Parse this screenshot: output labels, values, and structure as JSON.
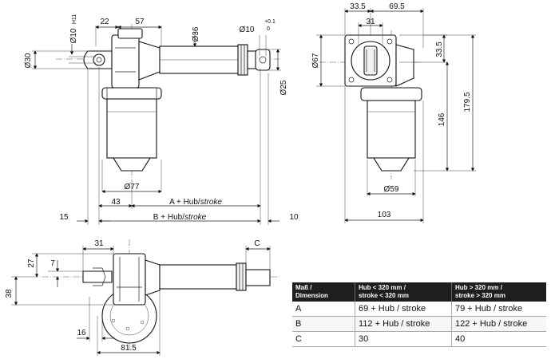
{
  "front_view": {
    "dims": {
      "d22": "22",
      "d57": "57",
      "d36": "Ø36",
      "d10h11": "Ø10",
      "d10h11_tol": "H11",
      "d10": "Ø10",
      "tol_plus": "+0.1",
      "tol_zero": "0",
      "d30": "Ø30",
      "d25": "Ø25",
      "d77": "Ø77",
      "d43": "43",
      "dA_prefix": "A + Hub/",
      "dA_suffix": "stroke",
      "dB_prefix": "B + Hub/",
      "dB_suffix": "stroke",
      "d15": "15",
      "d10b": "10"
    }
  },
  "side_view": {
    "dims": {
      "d33_5_top": "33.5",
      "d69_5": "69.5",
      "d31": "31",
      "d33_5_right": "33.5",
      "d67": "Ø67",
      "d179_5": "179.5",
      "d146": "146",
      "d59": "Ø59",
      "d103": "103"
    }
  },
  "top_view": {
    "dims": {
      "d31": "31",
      "c": "C",
      "d27": "27",
      "d7": "7",
      "d38": "38",
      "d16": "16",
      "d81_5": "81.5"
    }
  },
  "table": {
    "headers": [
      [
        "Maß /",
        "Dimension"
      ],
      [
        "Hub < 320 mm /",
        "stroke < 320 mm"
      ],
      [
        "Hub > 320 mm /",
        "stroke > 320 mm"
      ]
    ],
    "rows": [
      [
        "A",
        "69 + Hub / stroke",
        "79 + Hub / stroke"
      ],
      [
        "B",
        "112 + Hub / stroke",
        "122 + Hub / stroke"
      ],
      [
        "C",
        "30",
        "40"
      ]
    ]
  }
}
